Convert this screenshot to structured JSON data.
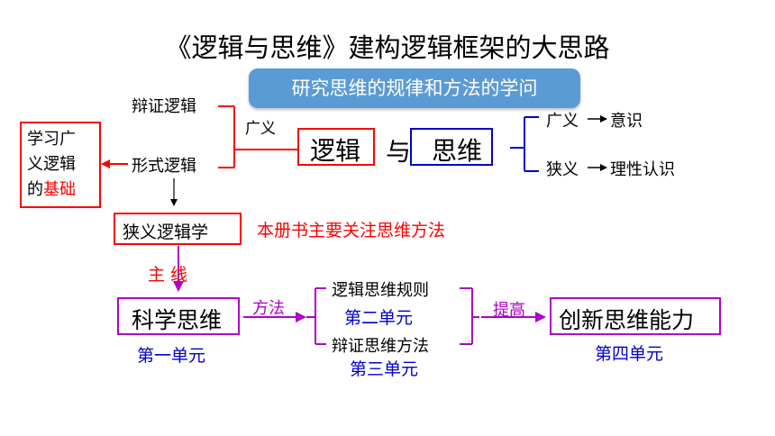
{
  "title": "《逻辑与思维》建构逻辑框架的大思路",
  "callout": "研究思维的规律和方法的学问",
  "logic": "逻辑",
  "and": "与",
  "thinking": "思维",
  "broad_label": "广义",
  "dialectic_logic": "辩证逻辑",
  "formal_logic": "形式逻辑",
  "foundation": {
    "line1": "学习广",
    "line2": "义逻辑",
    "line3_prefix": "的",
    "line3_highlight": "基础"
  },
  "narrow_logic_box": "狭义逻辑学",
  "focus_note": "本册书主要关注思维方法",
  "main_line": "主  线",
  "thinking_broad": "广义",
  "thinking_broad_target": "意识",
  "thinking_narrow": "狭义",
  "thinking_narrow_target": "理性认识",
  "sci_thinking": "科学思维",
  "unit1": "第一单元",
  "method_label": "方法",
  "logic_rules": "逻辑思维规则",
  "unit2": "第二单元",
  "dialectic_methods": "辩证思维方法",
  "unit3": "第三单元",
  "improve_label": "提高",
  "innovation": "创新思维能力",
  "unit4": "第四单元",
  "colors": {
    "red": "#ff0000",
    "blue": "#0000cc",
    "purple": "#b000c8",
    "callout": "#5b9bd5"
  }
}
